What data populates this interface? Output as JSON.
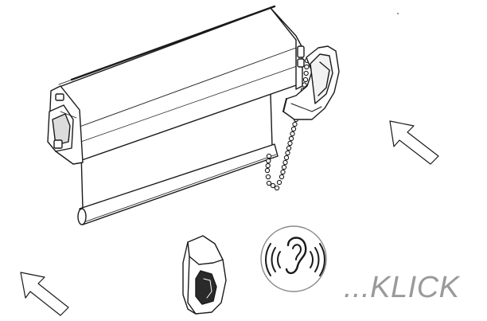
{
  "caption": {
    "text": "...KLICK",
    "color": "#9a9a9a"
  },
  "colors": {
    "line": "#1a1a1a",
    "fill": "#ffffff",
    "muted": "#8a8a8a"
  },
  "icons": [
    "roller-blind-assembly",
    "ball-chain",
    "bracket-end-cap",
    "end-cap",
    "ear-sound-icon",
    "arrow-icon"
  ]
}
